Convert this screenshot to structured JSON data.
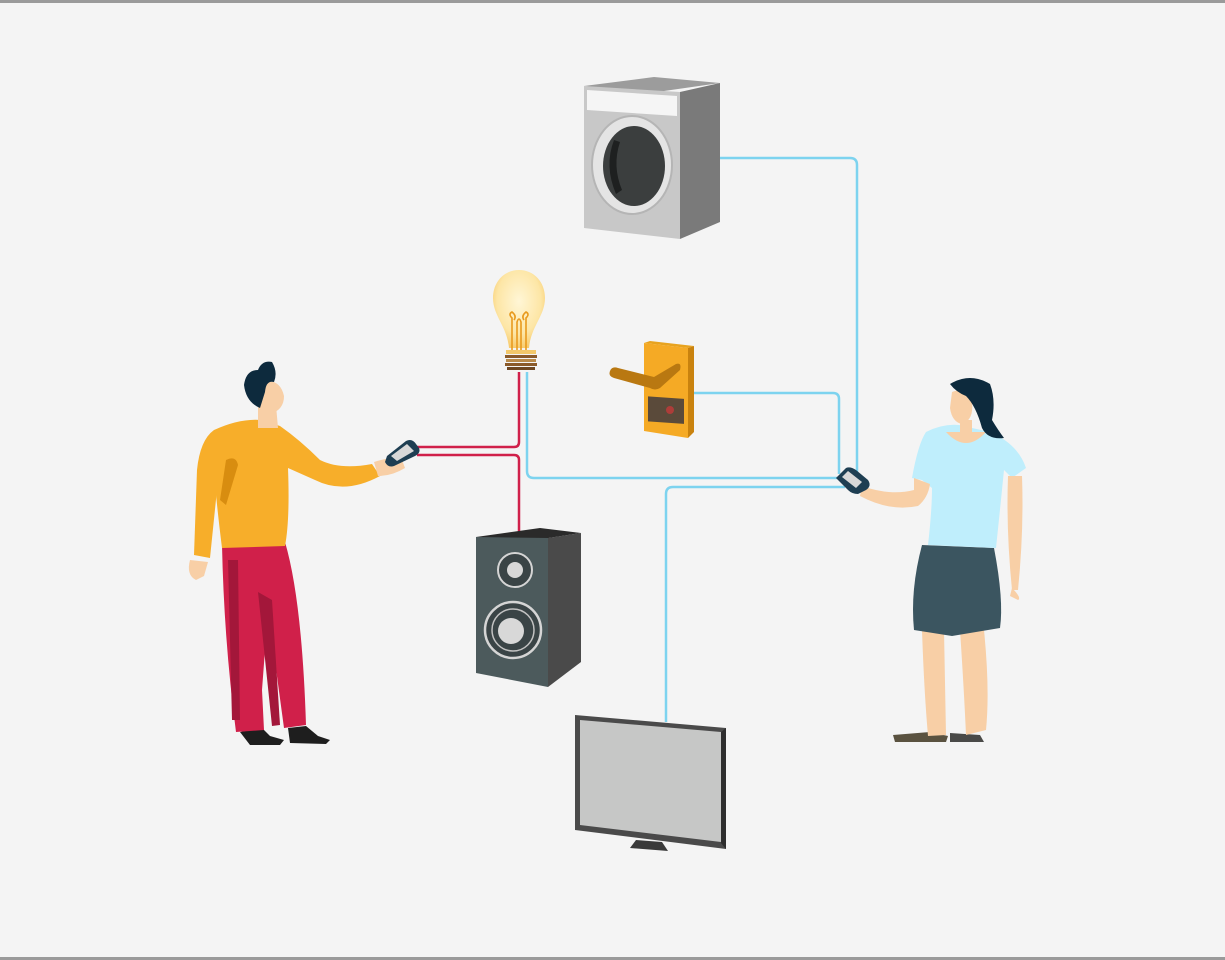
{
  "scene": {
    "background_color": "#f4f4f4",
    "border_color": "#9a9a9a",
    "description_icons": [
      "washing-machine-icon",
      "light-bulb-icon",
      "door-lock-icon",
      "speaker-icon",
      "television-icon",
      "smartphone-icon"
    ]
  },
  "connections": {
    "left_user_color": "#d0204a",
    "right_user_color": "#7dd3ef",
    "left_user_targets": [
      "light-bulb",
      "speaker"
    ],
    "right_user_targets": [
      "washing-machine",
      "light-bulb",
      "door-lock",
      "television"
    ]
  },
  "people": {
    "left": {
      "shirt_color": "#f7ae2a",
      "pants_color": "#d0204a"
    },
    "right": {
      "shirt_color": "#bfeefc",
      "skirt_color": "#3b5560"
    }
  }
}
